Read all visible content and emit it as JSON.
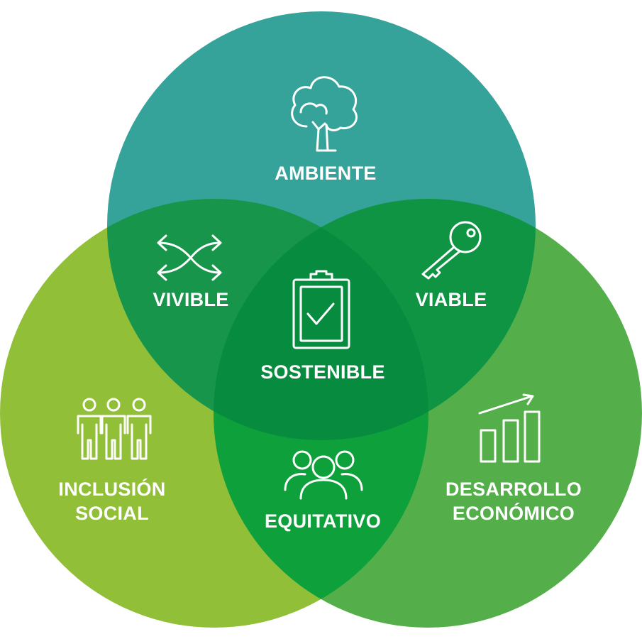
{
  "circles": {
    "ambiente": {
      "color": "#36a39b"
    },
    "social": {
      "color": "#92bf38"
    },
    "economico": {
      "color": "#54af4a"
    }
  },
  "overlaps": {
    "vivible": {
      "color": "#17954a"
    },
    "viable": {
      "color": "#0e9443"
    },
    "equitativo": {
      "color": "#0ea03a"
    },
    "center": {
      "color": "#078c3f"
    }
  },
  "labels": {
    "ambiente": "AMBIENTE",
    "vivible": "VIVIBLE",
    "viable": "VIABLE",
    "sostenible": "SOSTENIBLE",
    "inclusion_line1": "INCLUSIÓN",
    "inclusion_line2": "SOCIAL",
    "equitativo": "EQUITATIVO",
    "desarrollo_line1": "DESARROLLO",
    "desarrollo_line2": "ECONÓMICO"
  },
  "icons": {
    "ambiente": "tree-icon",
    "vivible": "shuffle-arrows-icon",
    "viable": "key-icon",
    "sostenible": "clipboard-check-icon",
    "inclusion": "people-group-icon",
    "equitativo": "community-icon",
    "desarrollo": "growth-chart-icon"
  }
}
